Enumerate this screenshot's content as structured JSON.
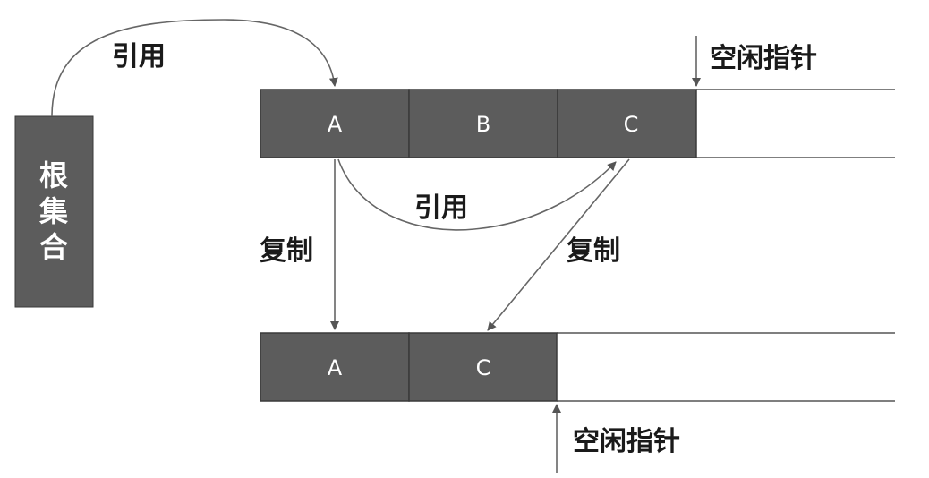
{
  "colors": {
    "cell_fill": "#5c5c5c",
    "cell_stroke": "#3a3a3a",
    "root_fill": "#5c5c5c",
    "line": "#666666",
    "text_dark": "#1a1a1a",
    "text_light": "#ffffff"
  },
  "root_set": {
    "label": "根集合"
  },
  "from_space": {
    "cells": [
      "A",
      "B",
      "C"
    ]
  },
  "to_space": {
    "cells": [
      "A",
      "C"
    ]
  },
  "free_pointer_top": {
    "label": "空闲指针"
  },
  "free_pointer_bottom": {
    "label": "空闲指针"
  },
  "arrows": {
    "root_to_a": "引用",
    "a_to_c": "引用",
    "copy_a": "复制",
    "copy_c": "复制"
  }
}
